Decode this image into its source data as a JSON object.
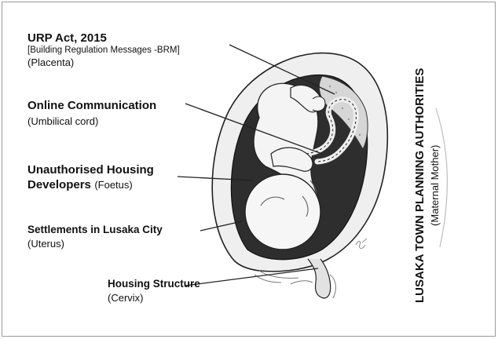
{
  "labels": {
    "placenta": {
      "title": "URP Act, 2015",
      "subtitle": "[Building Regulation Messages -BRM]",
      "role": "(Placenta)"
    },
    "cord": {
      "title": "Online Communication",
      "role": "(Umbilical cord)"
    },
    "foetus": {
      "title_line1": "Unauthorised Housing",
      "title_line2": "Developers",
      "role": "(Foetus)"
    },
    "uterus": {
      "title": "Settlements in Lusaka City",
      "role": "(Uterus)"
    },
    "cervix": {
      "title": "Housing Structure",
      "role": "(Cervix)"
    },
    "mother": {
      "title": "LUSAKA TOWN PLANNING AUTHORITIES",
      "role": "(Maternal Mother)"
    }
  },
  "colors": {
    "line": "#222222",
    "fluid": "#2e2e2e",
    "placenta": "#d6d6d6",
    "skin": "#f4f4f4"
  }
}
